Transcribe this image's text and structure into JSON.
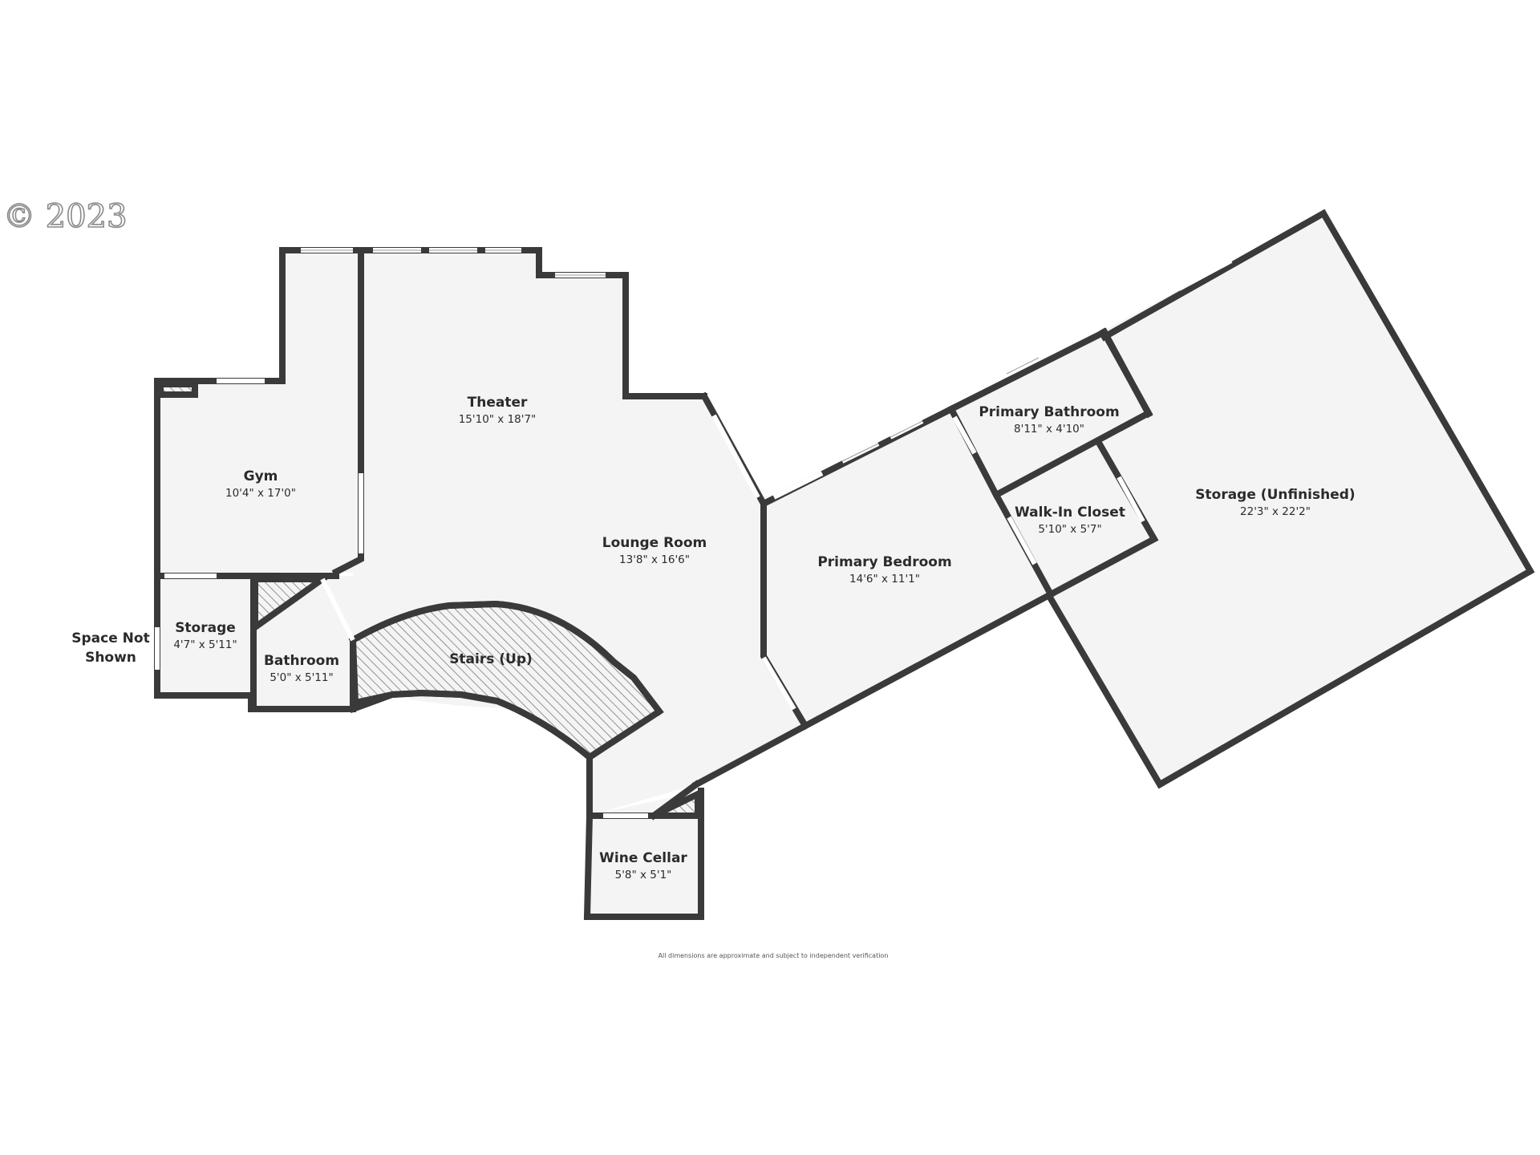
{
  "watermark": "© 2023",
  "disclaimer": "All dimensions are approximate and subject to independent verification",
  "colors": {
    "wall": "#3a3a3a",
    "room_fill": "#f4f4f4",
    "background": "#ffffff"
  },
  "rooms": [
    {
      "id": "theater",
      "name": "Theater",
      "dims": "15'10\" x 18'7\""
    },
    {
      "id": "gym",
      "name": "Gym",
      "dims": "10'4\" x 17'0\""
    },
    {
      "id": "lounge",
      "name": "Lounge Room",
      "dims": "13'8\" x 16'6\""
    },
    {
      "id": "primary-bedroom",
      "name": "Primary Bedroom",
      "dims": "14'6\" x 11'1\""
    },
    {
      "id": "primary-bathroom",
      "name": "Primary Bathroom",
      "dims": "8'11\" x 4'10\""
    },
    {
      "id": "walk-in-closet",
      "name": "Walk-In Closet",
      "dims": "5'10\" x 5'7\""
    },
    {
      "id": "storage-unfinished",
      "name": "Storage (Unfinished)",
      "dims": "22'3\" x 22'2\""
    },
    {
      "id": "storage",
      "name": "Storage",
      "dims": "4'7\" x 5'11\""
    },
    {
      "id": "bathroom",
      "name": "Bathroom",
      "dims": "5'0\" x 5'11\""
    },
    {
      "id": "stairs",
      "name": "Stairs (Up)",
      "dims": ""
    },
    {
      "id": "wine-cellar",
      "name": "Wine Cellar",
      "dims": "5'8\" x 5'1\""
    }
  ],
  "space_not_shown": [
    "Space Not",
    "Shown"
  ]
}
